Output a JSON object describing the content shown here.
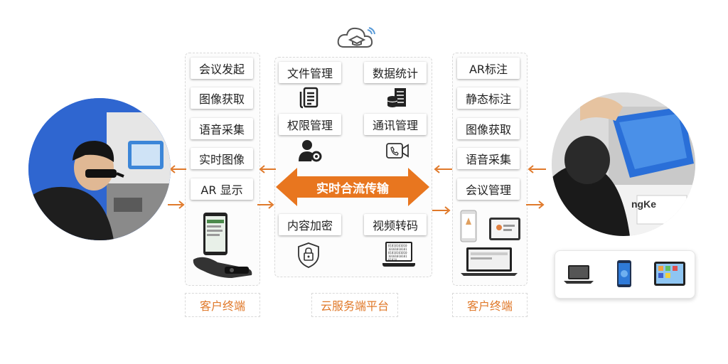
{
  "left_panel": {
    "items": [
      "会议发起",
      "图像获取",
      "语音采集",
      "实时图像",
      "AR 显示"
    ],
    "footer_label": "客户终端"
  },
  "center_panel": {
    "items": [
      "文件管理",
      "数据统计",
      "权限管理",
      "通讯管理",
      "内容加密",
      "视频转码"
    ],
    "center_arrow_label": "实时合流传输",
    "footer_label": "云服务端平台",
    "code_text": [
      "01010101010",
      "10101010101",
      "01010101010",
      "10101010101",
      "01010"
    ]
  },
  "right_panel": {
    "items": [
      "AR标注",
      "静态标注",
      "图像获取",
      "语音采集",
      "会议管理"
    ],
    "footer_label": "客户终端"
  },
  "right_photo_logo": "ngKe",
  "colors": {
    "accent": "#e0792a",
    "arrow": "#f08a2c",
    "panel_border": "#d9d9d9"
  },
  "icons": [
    "cloud-icon",
    "document-icon",
    "database-icon",
    "user-settings-icon",
    "video-call-icon",
    "lock-shield-icon",
    "laptop-code-icon"
  ]
}
